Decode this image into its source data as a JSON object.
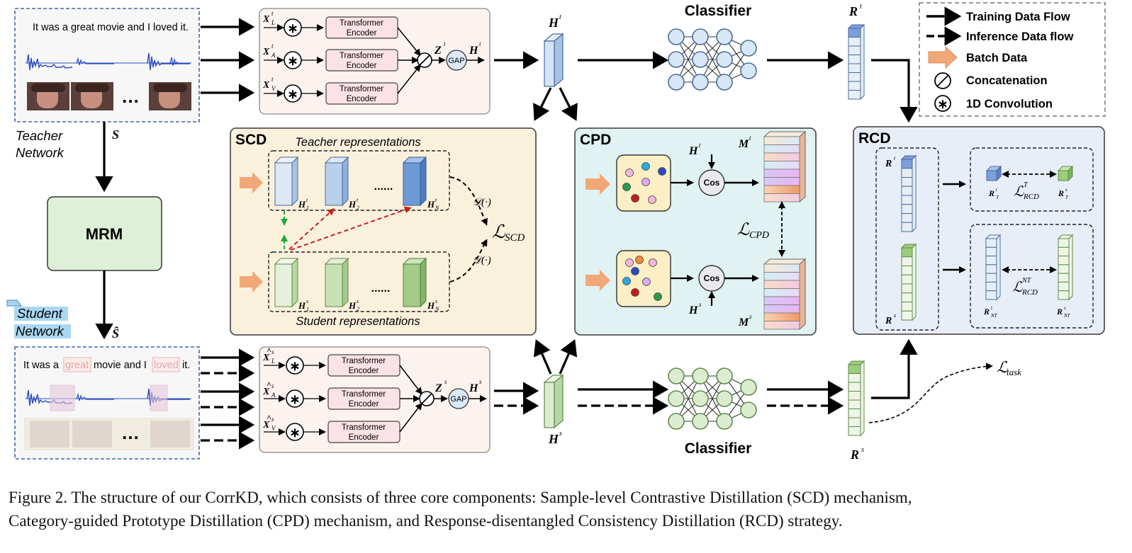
{
  "teacher": {
    "sentence": "It was a great movie and I loved it.",
    "label": "Teacher Network",
    "ellipsis": "…"
  },
  "student": {
    "sentence_parts": [
      "It was a",
      "great",
      "movie and I",
      "loved",
      "it."
    ],
    "label": "Student Network",
    "ellipsis": "…"
  },
  "mrm": {
    "label": "MRM",
    "s": "S",
    "s_hat": "Ŝ"
  },
  "encoders": {
    "label_line1": "Transformer",
    "label_line2": "Encoder",
    "gap": "GAP"
  },
  "inputs": {
    "teacher": [
      "X",
      "X",
      "X"
    ],
    "teacher_sub": [
      "L",
      "A",
      "V"
    ],
    "teacher_sup": "t",
    "student_sub": [
      "L",
      "A",
      "V"
    ],
    "student_sup": "s"
  },
  "symbols": {
    "Zt": "Z",
    "Ht": "H",
    "Zs": "Z",
    "Hs": "H",
    "Rt": "R",
    "Rs": "R",
    "sup_t": "t",
    "sup_s": "s"
  },
  "classifier": {
    "top": "Classifier",
    "bottom": "Classifier"
  },
  "legend": {
    "training": "Training Data Flow",
    "inference": "Inference Data flow",
    "batch": "Batch Data",
    "concat": "Concatenation",
    "conv": "1D Convolution"
  },
  "scd": {
    "title": "SCD",
    "teacher_repr": "Teacher representations",
    "student_repr": "Student representations",
    "dots": "......",
    "d_func": "𝒟(·)",
    "loss": "ℒ",
    "loss_sub": "SCD"
  },
  "cpd": {
    "title": "CPD",
    "cos": "Cos",
    "Mt": "M",
    "Ms": "M",
    "loss": "ℒ",
    "loss_sub": "CPD"
  },
  "rcd": {
    "title": "RCD",
    "loss": "ℒ",
    "loss_sub": "RCD",
    "T": "T",
    "NT": "NT"
  },
  "task_loss": {
    "symbol": "ℒ",
    "sub": "task"
  },
  "caption": {
    "line1": "Figure 2. The structure of our CorrKD, which consists of three core components: Sample-level Contrastive Distillation (SCD) mechanism,",
    "line2": "Category-guided Prototype Distillation (CPD) mechanism, and Response-disentangled Consistency Distillation (RCD) strategy."
  },
  "colors": {
    "orange_arrow": "#f0a878",
    "scd_bg": "#faf1dd",
    "cpd_bg": "#e0f2f2",
    "rcd_bg": "#e8eef8",
    "mrm_bg": "#dff0d8",
    "encoder_bg": "#fbe2e6",
    "block_bg": "#fcf3ee"
  }
}
